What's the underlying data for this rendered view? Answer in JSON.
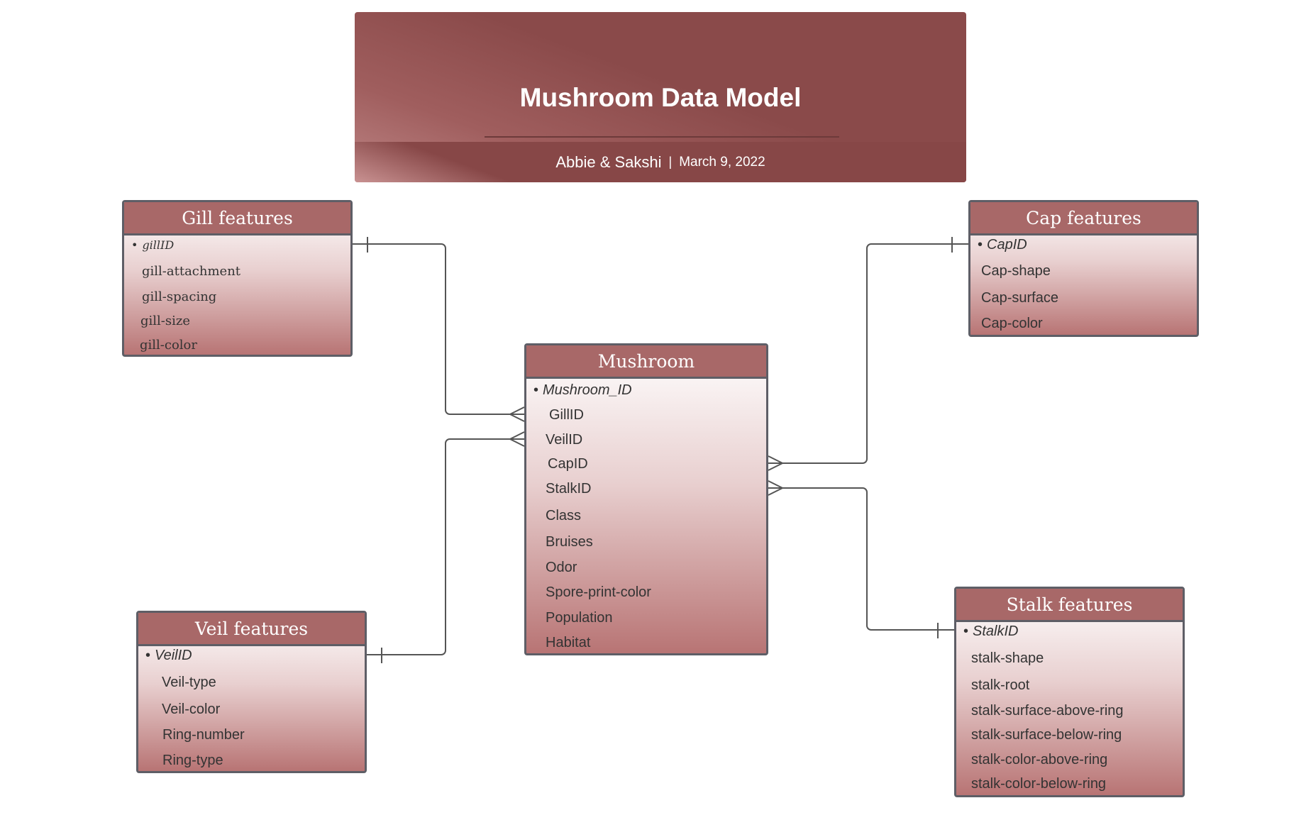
{
  "header": {
    "title": "Mushroom Data Model",
    "authors": "Abbie & Sakshi",
    "separator": "|",
    "date": "March 9, 2022"
  },
  "entities": {
    "gill": {
      "name": "Gill features",
      "key": "gillID",
      "fields": [
        "gill-attachment",
        "gill-spacing",
        "gill-size",
        "gill-color"
      ]
    },
    "cap": {
      "name": "Cap features",
      "key": "CapID",
      "fields": [
        "Cap-shape",
        "Cap-surface",
        "Cap-color"
      ]
    },
    "mushroom": {
      "name": "Mushroom",
      "key": "Mushroom_ID",
      "fields": [
        "GillID",
        "VeilID",
        "CapID",
        "StalkID",
        "Class",
        "Bruises",
        "Odor",
        "Spore-print-color",
        "Population",
        "Habitat"
      ]
    },
    "veil": {
      "name": "Veil features",
      "key": "VeilID",
      "fields": [
        "Veil-type",
        "Veil-color",
        "Ring-number",
        "Ring-type"
      ]
    },
    "stalk": {
      "name": "Stalk features",
      "key": "StalkID",
      "fields": [
        "stalk-shape",
        "stalk-root",
        "stalk-surface-above-ring",
        "stalk-surface-below-ring",
        "stalk-color-above-ring",
        "stalk-color-below-ring"
      ]
    }
  },
  "relationships": [
    {
      "from": "gill.gillID",
      "to": "mushroom.GillID",
      "from_cardinality": "one",
      "to_cardinality": "many"
    },
    {
      "from": "veil.VeilID",
      "to": "mushroom.VeilID",
      "from_cardinality": "one",
      "to_cardinality": "many"
    },
    {
      "from": "cap.CapID",
      "to": "mushroom.CapID",
      "from_cardinality": "one",
      "to_cardinality": "many"
    },
    {
      "from": "stalk.StalkID",
      "to": "mushroom.StalkID",
      "from_cardinality": "one",
      "to_cardinality": "many"
    }
  ],
  "colors": {
    "header_fill": "#a86868",
    "title_fill": "#8a4a4a",
    "border": "#5e5e66",
    "connector": "#555555"
  }
}
